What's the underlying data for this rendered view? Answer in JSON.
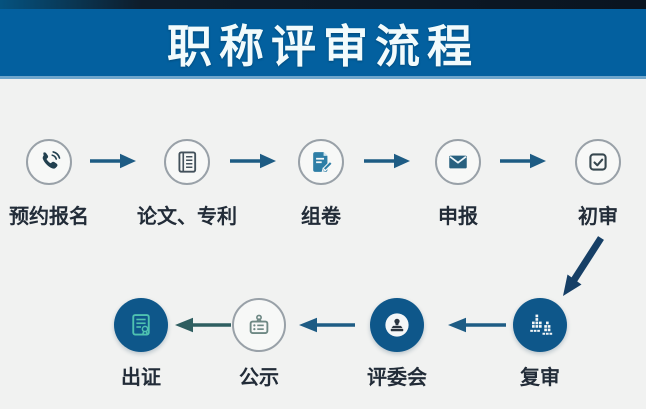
{
  "header": {
    "title": "职称评审流程"
  },
  "flow": {
    "row1": [
      {
        "label": "预约报名",
        "icon": "phone-call-icon"
      },
      {
        "label": "论文、专利",
        "icon": "papers-book-icon"
      },
      {
        "label": "组卷",
        "icon": "document-edit-icon"
      },
      {
        "label": "申报",
        "icon": "envelope-icon"
      },
      {
        "label": "初审",
        "icon": "checkbox-check-icon"
      }
    ],
    "row2": [
      {
        "label": "出证",
        "icon": "certificate-icon"
      },
      {
        "label": "公示",
        "icon": "notice-board-icon"
      },
      {
        "label": "评委会",
        "icon": "stamp-icon"
      },
      {
        "label": "复审",
        "icon": "committee-people-icon"
      }
    ],
    "direction_row1": "left-to-right",
    "direction_row2": "right-to-left"
  },
  "colors": {
    "banner": "#03609f",
    "banner_top_strip": "#0a1420",
    "background": "#f1f2f1",
    "title_text": "#f2fbfc",
    "label_text": "#222c38",
    "arrow_blue": "#1e5c84",
    "arrow_teal": "#2e5e60",
    "arrow_diagonal": "#163f66",
    "circle_fill": "#0e578a",
    "circle_outline": "#99a1a8",
    "glyph_dark": "#22404f",
    "glyph_teal_fill": "#2e7ea6",
    "certificate_glyph": "#4fc2b0"
  }
}
